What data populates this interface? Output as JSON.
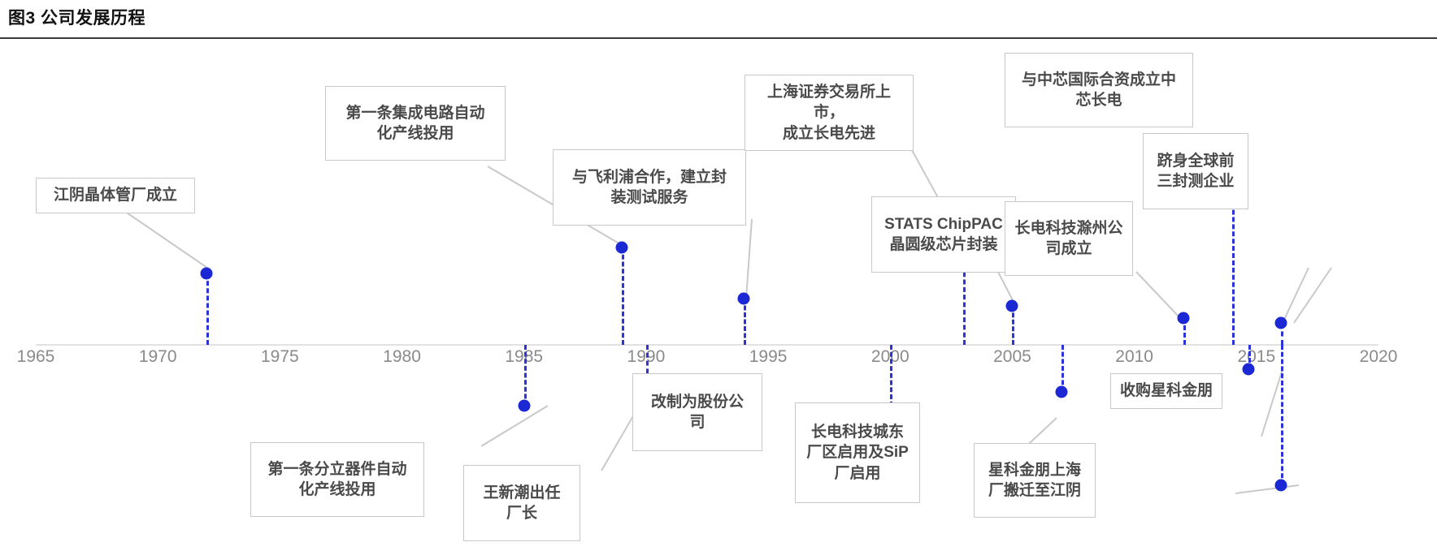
{
  "figure": {
    "title": "图3  公司发展历程"
  },
  "axis": {
    "years": [
      "1965",
      "1970",
      "1975",
      "1980",
      "1985",
      "1990",
      "1995",
      "2000",
      "2005",
      "2010",
      "2015",
      "2020"
    ],
    "range_start": 1965,
    "range_end": 2020,
    "line_color": "#e2e2e2",
    "label_color": "#8a8a8a"
  },
  "style": {
    "dot_color": "#1b28d4",
    "stem_color": "#2d34d6",
    "box_border_color": "#c9c9c9",
    "leader_color": "#c9c9c9",
    "text_color": "#4a4a4a"
  },
  "events": [
    {
      "id": "e1972",
      "year": 1972,
      "side": "above",
      "text": "江阴晶体管厂成立"
    },
    {
      "id": "e1985",
      "year": 1985,
      "side": "below",
      "text": "第一条分立器件自动\n化产线投用"
    },
    {
      "id": "e1989",
      "year": 1989,
      "side": "above",
      "text": "第一条集成电路自动\n化产线投用"
    },
    {
      "id": "e1990",
      "year": 1990,
      "side": "below",
      "text": "王新潮出任\n厂长"
    },
    {
      "id": "e1994",
      "year": 1994,
      "side": "above",
      "text": "与飞利浦合作，建立封\n装测试服务"
    },
    {
      "id": "e2000",
      "year": 2000,
      "side": "below",
      "text": "改制为股份公\n司"
    },
    {
      "id": "e2003",
      "year": 2003,
      "side": "above",
      "text": "上海证券交易所上市，\n成立长电先进"
    },
    {
      "id": "e2005",
      "year": 2005,
      "side": "above",
      "text": "STATS ChipPAC\n晶圆级芯片封装"
    },
    {
      "id": "e2007",
      "year": 2007,
      "side": "below",
      "text": "长电科技城东\n厂区启用及SiP\n厂启用"
    },
    {
      "id": "e2012",
      "year": 2012,
      "side": "above",
      "text": "长电科技滁州公\n司成立"
    },
    {
      "id": "e2014",
      "year": 2014,
      "side": "above",
      "text": "与中芯国际合资成立中\n芯长电"
    },
    {
      "id": "e2015",
      "year": 2015,
      "side": "below",
      "text": "收购星科金朋"
    },
    {
      "id": "e2016a",
      "year": 2016,
      "side": "above",
      "text": "跻身全球前\n三封测企业"
    },
    {
      "id": "e2016b",
      "year": 2016,
      "side": "below",
      "text": "星科金朋上海\n厂搬迁至江阴"
    }
  ]
}
